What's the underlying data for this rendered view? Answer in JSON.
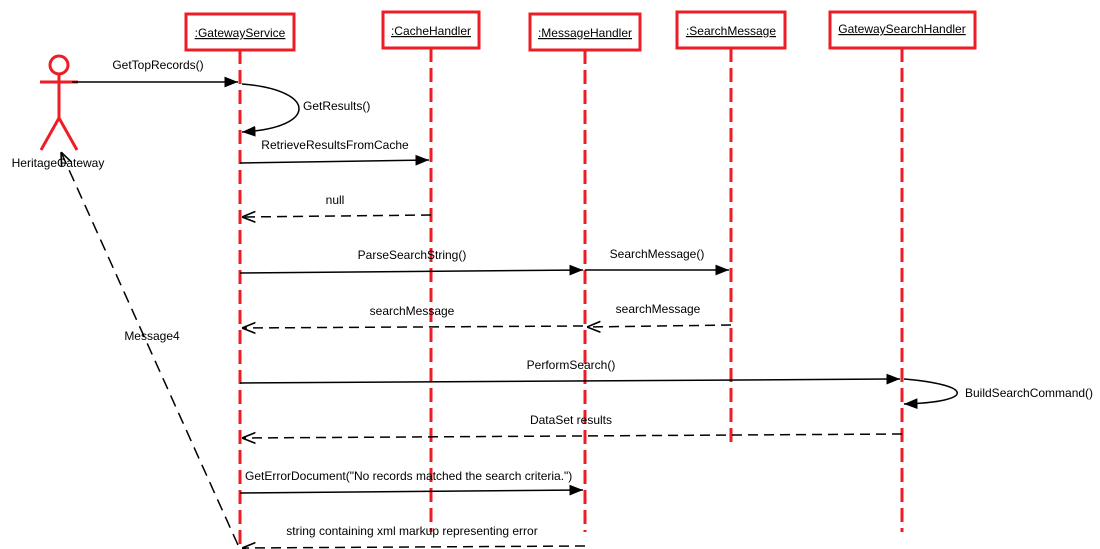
{
  "diagram": {
    "colors": {
      "accent": "#ee1c25",
      "line": "#000000",
      "background": "#ffffff"
    },
    "actor": {
      "name": "HeritageGateway"
    },
    "objects": [
      {
        "name": ":GatewayService"
      },
      {
        "name": ":CacheHandler"
      },
      {
        "name": ":MessageHandler"
      },
      {
        "name": ":SearchMessage"
      },
      {
        "name": "GatewaySearchHandler"
      }
    ],
    "messages": [
      {
        "label": "GetTopRecords()",
        "kind": "call"
      },
      {
        "label": "GetResults()",
        "kind": "self"
      },
      {
        "label": "RetrieveResultsFromCache",
        "kind": "call"
      },
      {
        "label": "null",
        "kind": "return"
      },
      {
        "label": "ParseSearchString()",
        "kind": "call"
      },
      {
        "label": "SearchMessage()",
        "kind": "call"
      },
      {
        "label": "searchMessage",
        "kind": "return"
      },
      {
        "label": "searchMessage",
        "kind": "return"
      },
      {
        "label": "PerformSearch()",
        "kind": "call"
      },
      {
        "label": "BuildSearchCommand()",
        "kind": "self"
      },
      {
        "label": "DataSet results",
        "kind": "return"
      },
      {
        "label": "GetErrorDocument(\"No records matched the search criteria.\")",
        "kind": "call"
      },
      {
        "label": "string containing xml markup representing error",
        "kind": "return"
      },
      {
        "label": "Message4",
        "kind": "return"
      }
    ]
  }
}
